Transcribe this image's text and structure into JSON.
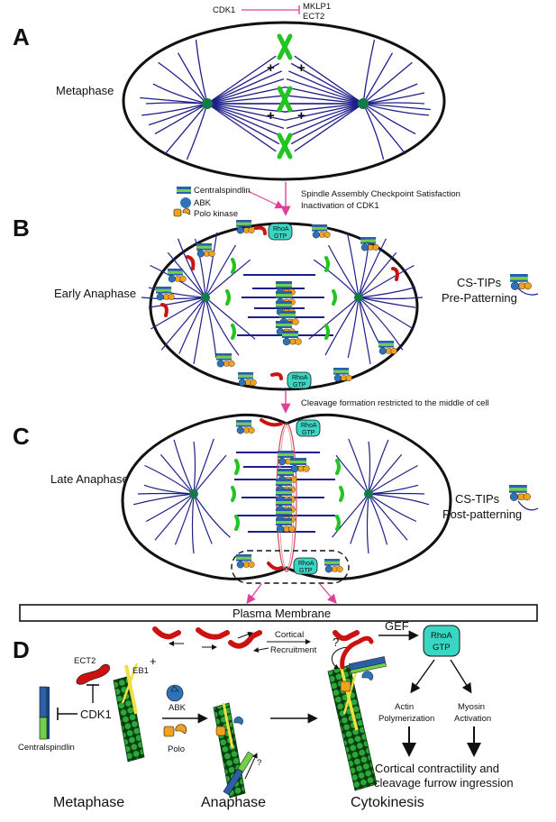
{
  "panels": {
    "a": {
      "letter": "A",
      "stage": "Metaphase"
    },
    "b": {
      "letter": "B",
      "stage": "Early Anaphase"
    },
    "c": {
      "letter": "C",
      "stage": "Late Anaphase"
    },
    "d": {
      "letter": "D"
    }
  },
  "top": {
    "cdk1": "CDK1",
    "mklp1": "MKLP1",
    "ect2": "ECT2"
  },
  "legend": {
    "centralspindlin": "Centralspindlin",
    "abk": "ABK",
    "polo": "Polo kinase"
  },
  "transitions": {
    "ab_line1": "Spindle Assembly Checkpoint Satisfaction",
    "ab_line2": "Inactivation of CDK1",
    "bc": "Cleavage formation restricted to the middle of cell"
  },
  "cstips": {
    "b_line1": "CS-TIPs",
    "b_line2": "Pre-Patterning",
    "c_line1": "CS-TIPs",
    "c_line2": "Post-patterning"
  },
  "rhoa": {
    "line1": "RhoA",
    "line2": "GTP"
  },
  "plus": "+",
  "question": "?",
  "panel_d": {
    "plasma_membrane": "Plasma Membrane",
    "cortical_line1": "Cortical",
    "cortical_line2": "Recruitment",
    "gef": "GEF",
    "ect2": "ECT2",
    "eb1": "EB1",
    "cdk1": "CDK1",
    "centralspindlin": "Centralspindlin",
    "abk": "ABK",
    "polo": "Polo",
    "actin_line1": "Actin",
    "actin_line2": "Polymerization",
    "myosin_line1": "Myosin",
    "myosin_line2": "Activation",
    "outcome_line1": "Cortical contractility and",
    "outcome_line2": "cleavage furrow ingression",
    "metaphase": "Metaphase",
    "anaphase": "Anaphase",
    "cytokinesis": "Cytokinesis"
  },
  "colors": {
    "microtubule": "#1f1f8a",
    "chromosome": "#22c422",
    "centrosome": "#137a4a",
    "arrow_pink": "#e0409a",
    "ect2_red": "#cc1111",
    "rhoa_teal": "#3ad6c4",
    "abk_blue": "#2f72b8",
    "polo_orange": "#f2a21c",
    "cs_blue": "#2b5fa8",
    "cs_green": "#6fd04a",
    "mt_green": "#1f8f28",
    "eb1_yellow": "#f0e040"
  }
}
